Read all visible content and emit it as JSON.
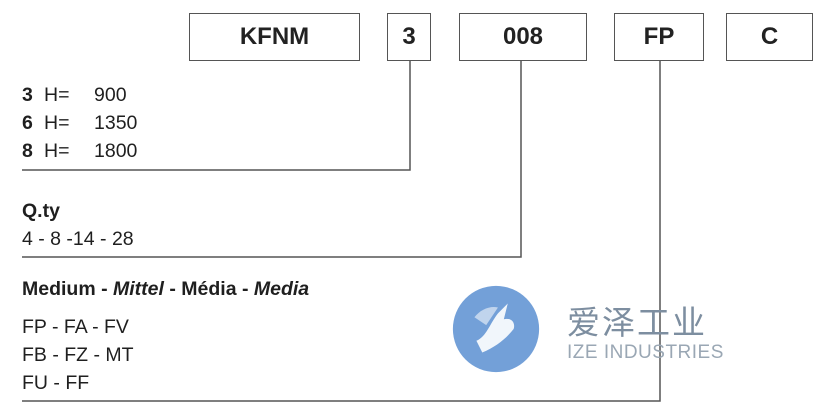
{
  "code_boxes": [
    "KFNM",
    "3",
    "008",
    "FP",
    "C"
  ],
  "height_options": [
    {
      "code": "3",
      "label": "H=",
      "value": "900"
    },
    {
      "code": "6",
      "label": "H=",
      "value": "1350"
    },
    {
      "code": "8",
      "label": "H=",
      "value": "1800"
    }
  ],
  "quantity": {
    "heading": "Q.ty",
    "values": "4 - 8 -14 - 28"
  },
  "medium": {
    "heading_parts": [
      {
        "text": "Medium",
        "italic": false
      },
      {
        "text": " - ",
        "italic": false
      },
      {
        "text": "Mittel",
        "italic": true
      },
      {
        "text": " - ",
        "italic": false
      },
      {
        "text": "Média",
        "italic": false
      },
      {
        "text": " - ",
        "italic": false
      },
      {
        "text": "Media",
        "italic": true
      }
    ],
    "lines": [
      "FP - FA - FV",
      "FB - FZ - MT",
      "FU - FF"
    ]
  },
  "watermark": {
    "chinese": "爱泽工业",
    "english": "IZE INDUSTRIES"
  },
  "colors": {
    "line": "#555555",
    "logo_blue": "#5b8fd1",
    "logo_text": "#7d8ea0"
  }
}
